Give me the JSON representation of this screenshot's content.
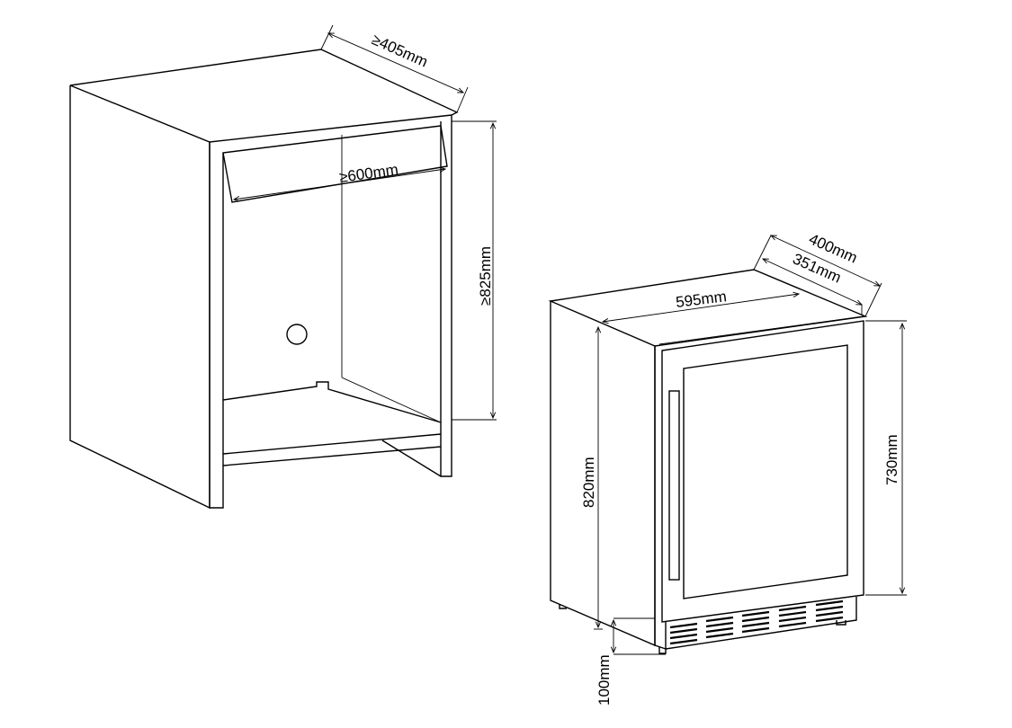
{
  "cabinet": {
    "depth_label": "≥405mm",
    "width_label": "≥600mm",
    "height_label": "≥825mm"
  },
  "appliance": {
    "depth_total_label": "400mm",
    "depth_body_label": "351mm",
    "width_label": "595mm",
    "height_total_label": "820mm",
    "height_body_label": "730mm",
    "plinth_label": "100mm"
  },
  "colors": {
    "line": "#000000",
    "background": "#ffffff"
  }
}
